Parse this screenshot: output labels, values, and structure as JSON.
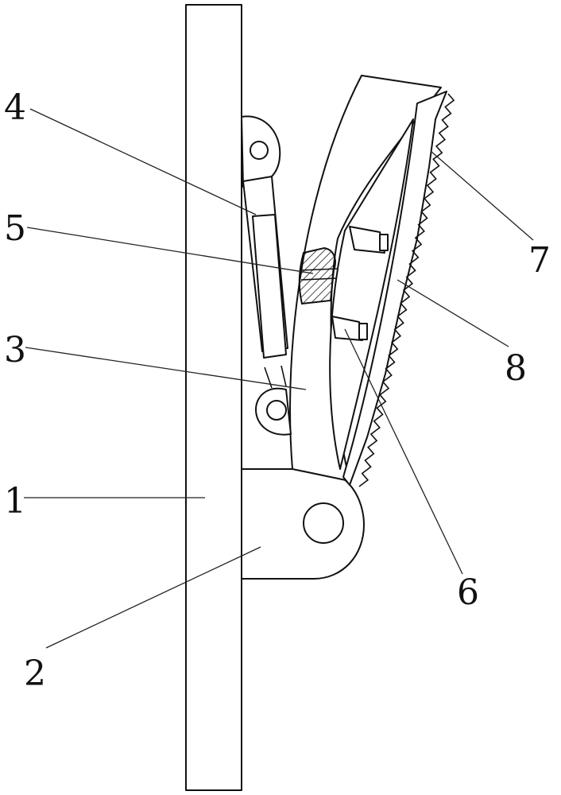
{
  "labels": {
    "part1": "1",
    "part2": "2",
    "part3": "3",
    "part4": "4",
    "part5": "5",
    "part6": "6",
    "part7": "7",
    "part8": "8"
  }
}
